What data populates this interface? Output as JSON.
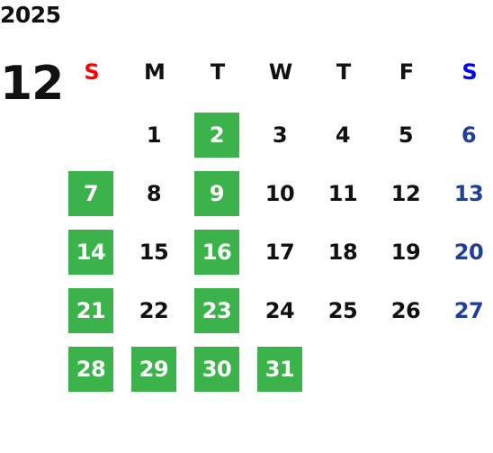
{
  "calendar": {
    "year": "2025",
    "month": "12",
    "weekdays": [
      {
        "label": "S",
        "color": "#ff0000"
      },
      {
        "label": "M",
        "color": "#111111"
      },
      {
        "label": "T",
        "color": "#111111"
      },
      {
        "label": "W",
        "color": "#111111"
      },
      {
        "label": "T",
        "color": "#111111"
      },
      {
        "label": "F",
        "color": "#111111"
      },
      {
        "label": "S",
        "color": "#0000ff"
      }
    ],
    "first_weekday_index": 1,
    "days_in_month": 31,
    "highlighted_days": [
      2,
      7,
      9,
      14,
      16,
      21,
      23,
      28,
      29,
      30,
      31
    ],
    "highlight_color": "#3cb34a",
    "saturday_color": "#1f3f99"
  }
}
